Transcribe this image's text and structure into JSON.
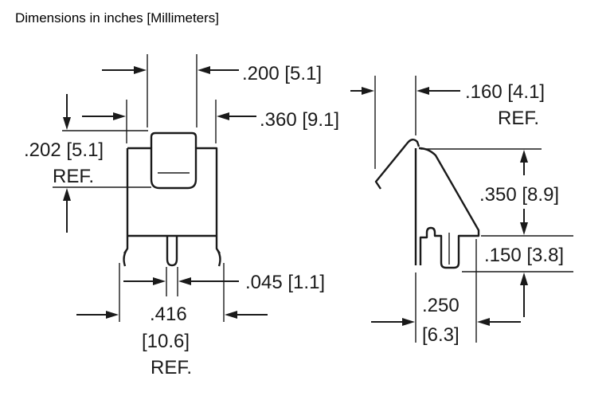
{
  "title": "Dimensions in inches [Millimeters]",
  "dimensions": {
    "top_width": ".200 [5.1]",
    "outer_width": ".360 [9.1]",
    "height_a": ".202 [5.1]",
    "height_a_ref": "REF.",
    "gap": ".045 [1.1]",
    "overall_width_in": ".416",
    "overall_width_mm": "[10.6]",
    "overall_width_ref": "REF.",
    "side_top": ".160 [4.1]",
    "side_top_ref": "REF.",
    "side_height": ".350 [8.9]",
    "side_lower": ".150 [3.8]",
    "side_depth_in": ".250",
    "side_depth_mm": "[6.3]"
  }
}
